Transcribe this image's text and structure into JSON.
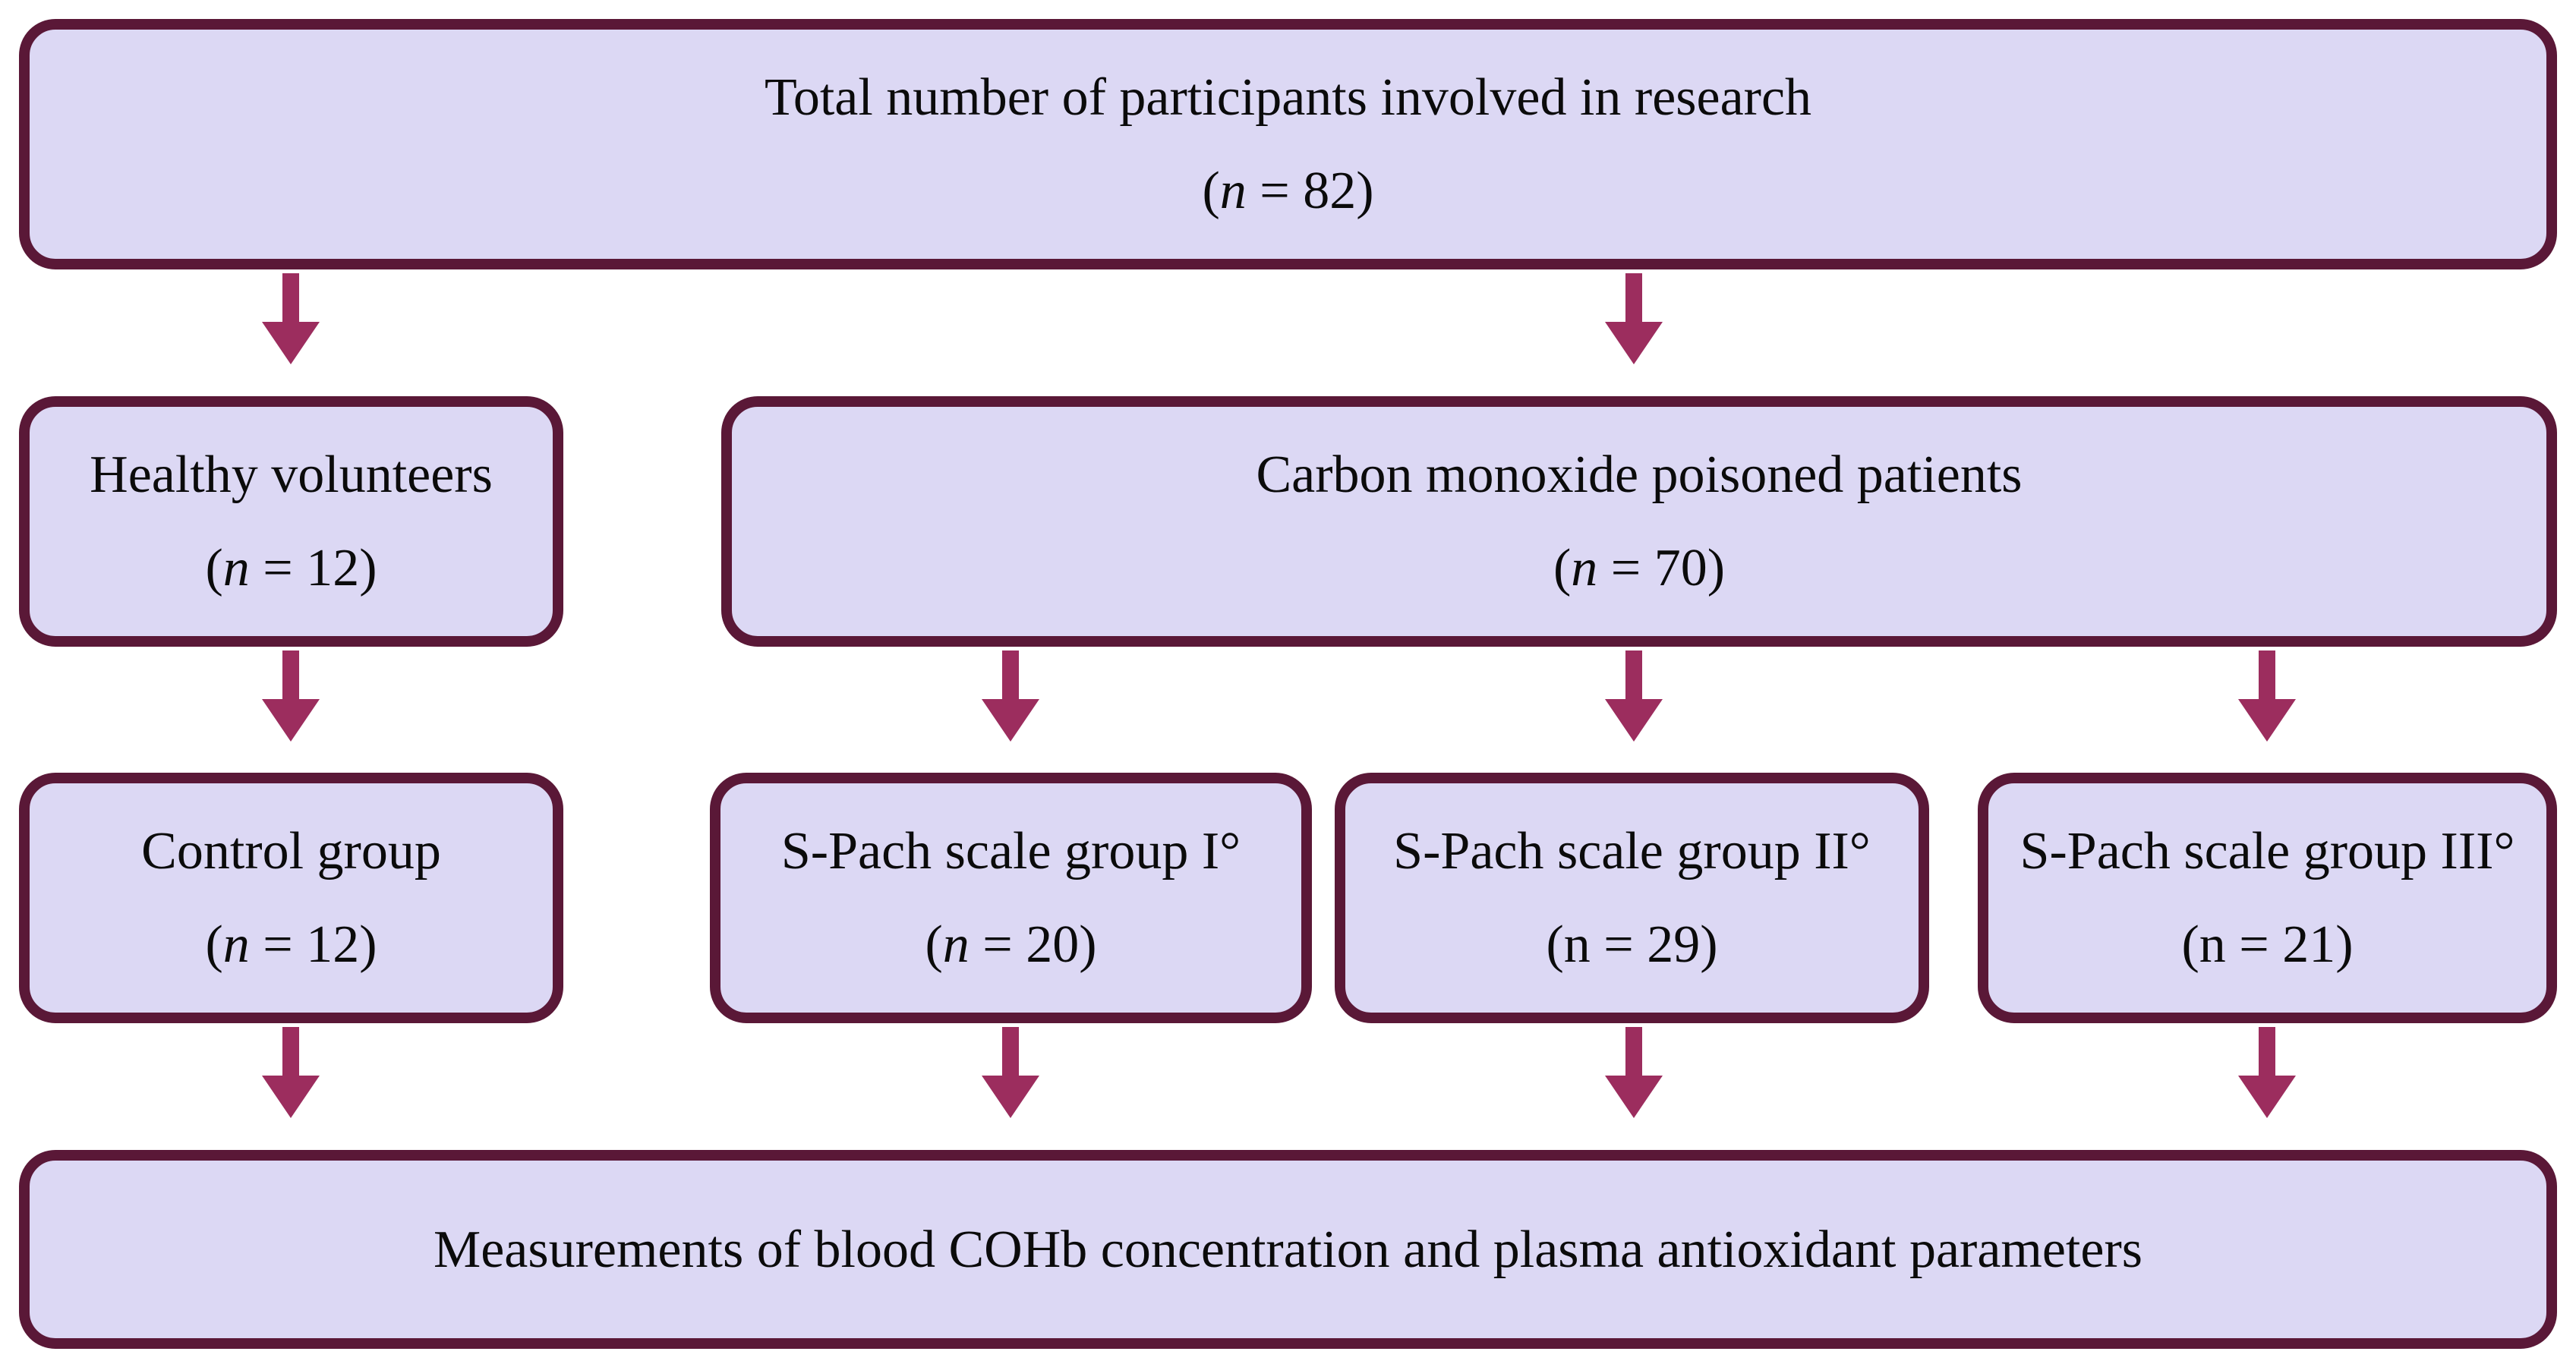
{
  "colors": {
    "background": "#ffffff",
    "box_fill": "#dcd8f4",
    "box_border": "#5a1837",
    "arrow": "#9c2d5e",
    "text": "#0b0b0b"
  },
  "flowchart": {
    "boxes": {
      "total": {
        "label": "Total number of participants involved in research",
        "count_open": "(",
        "count_n": "n",
        "count_rest": " = 82)"
      },
      "healthy": {
        "label": "Healthy volunteers",
        "count_open": "(",
        "count_n": "n",
        "count_rest": " = 12)"
      },
      "co_poisoned": {
        "label": "Carbon monoxide poisoned patients",
        "count_open": "(",
        "count_n": "n",
        "count_rest": " = 70)"
      },
      "control": {
        "label": "Control group",
        "count_open": "(",
        "count_n": "n",
        "count_rest": " = 12)"
      },
      "spach_group_1": {
        "label": "S-Pach scale group I°",
        "count_open": "(",
        "count_n": "n",
        "count_rest": " = 20)"
      },
      "spach_group_2": {
        "label": "S-Pach scale group II°",
        "count_open": "(",
        "count_n": "n",
        "count_rest": " = 29)"
      },
      "spach_group_3": {
        "label": "S-Pach scale group III°",
        "count_open": "(",
        "count_n": "n",
        "count_rest": " = 21)"
      },
      "measurements": {
        "label": "Measurements of blood COHb concentration and plasma antioxidant parameters"
      }
    }
  }
}
